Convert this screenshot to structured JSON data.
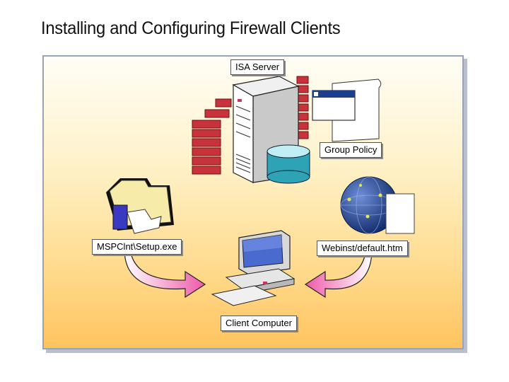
{
  "title": "Installing and Configuring Firewall Clients",
  "labels": {
    "isa_server": "ISA Server",
    "group_policy": "Group Policy",
    "setup_exe": "MSPClnt\\Setup.exe",
    "webinst": "Webinst/default.htm",
    "client_computer": "Client Computer"
  },
  "colors": {
    "firewall_brick": "#c8323a",
    "arrow_fill": "#ee6fb5",
    "globe": "#1b3f8c",
    "cylinder": "#2fa3b6"
  },
  "icons": [
    "firewall-icon",
    "server-icon",
    "database-icon",
    "document-window-icon",
    "folder-icon",
    "globe-icon",
    "computer-icon"
  ]
}
